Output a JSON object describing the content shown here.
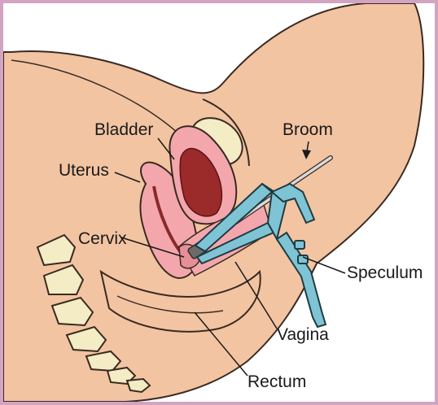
{
  "labels": {
    "bladder": "Bladder",
    "broom": "Broom",
    "uterus": "Uterus",
    "cervix": "Cervix",
    "speculum": "Speculum",
    "vagina": "Vagina",
    "rectum": "Rectum"
  },
  "colors": {
    "skin": "#f2c4a2",
    "skin_outline": "#3a2a22",
    "organ_pink": "#f3a7ad",
    "bladder_dark": "#9b2a2a",
    "bone": "#f3ecc4",
    "speculum": "#7fc4d4",
    "broom": "#d9d9d9",
    "border": "#d3a3c2"
  }
}
